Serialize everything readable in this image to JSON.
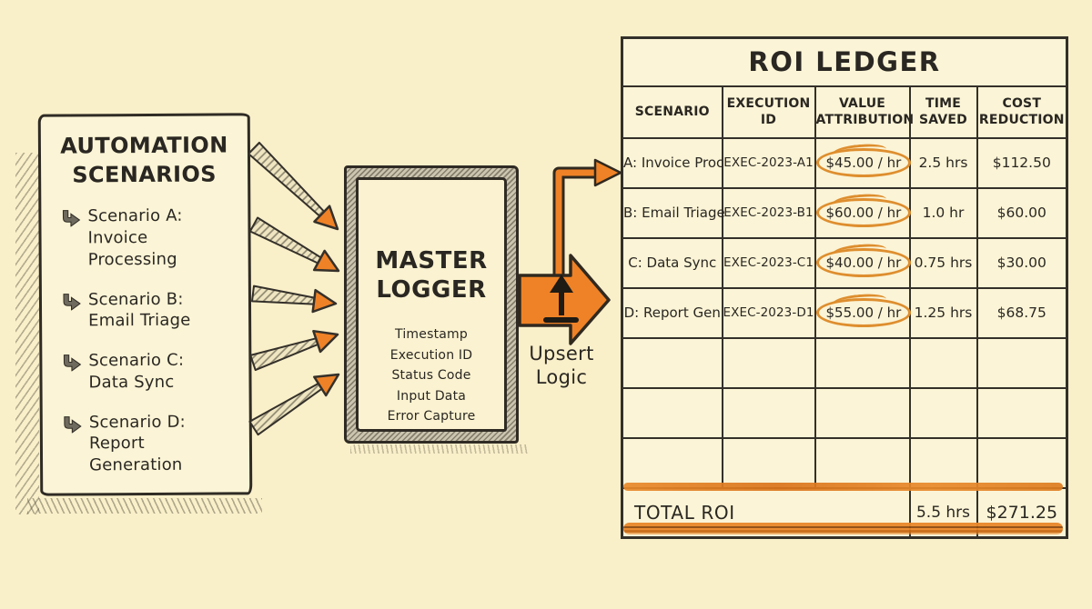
{
  "colors": {
    "background": "#F9EFC9",
    "panel_fill": "#FBF4D6",
    "ink": "#2A2722",
    "accent_orange": "#EF8226",
    "circle_orange": "#DE8E2E",
    "highlight_orange": "#E07A1A",
    "bullet_gray": "#6F6A5E"
  },
  "left_panel": {
    "title_line1": "AUTOMATION",
    "title_line2": "SCENARIOS",
    "items": [
      {
        "label": "Scenario A:",
        "detail": "Invoice Processing"
      },
      {
        "label": "Scenario B:",
        "detail": "Email Triage"
      },
      {
        "label": "Scenario C:",
        "detail": "Data Sync"
      },
      {
        "label": "Scenario D:",
        "detail": "Report Generation"
      }
    ]
  },
  "logger": {
    "title_line1": "MASTER",
    "title_line2": "LOGGER",
    "fields": [
      "Timestamp",
      "Execution ID",
      "Status Code",
      "Input Data",
      "Error Capture"
    ]
  },
  "flow": {
    "upsert_line1": "Upsert",
    "upsert_line2": "Logic"
  },
  "ledger": {
    "title": "ROI LEDGER",
    "columns": [
      "SCENARIO",
      "EXECUTION ID",
      "VALUE ATTRIBUTION",
      "TIME SAVED",
      "COST REDUCTION"
    ],
    "rows": [
      {
        "scenario": "A: Invoice Proc",
        "execution_id": "EXEC-2023-A1",
        "value_attribution": "$45.00 / hr",
        "time_saved": "2.5 hrs",
        "cost_reduction": "$112.50"
      },
      {
        "scenario": "B: Email Triage",
        "execution_id": "EXEC-2023-B1",
        "value_attribution": "$60.00 / hr",
        "time_saved": "1.0 hr",
        "cost_reduction": "$60.00"
      },
      {
        "scenario": "C: Data Sync",
        "execution_id": "EXEC-2023-C1",
        "value_attribution": "$40.00 / hr",
        "time_saved": "0.75 hrs",
        "cost_reduction": "$30.00"
      },
      {
        "scenario": "D: Report Gen",
        "execution_id": "EXEC-2023-D1",
        "value_attribution": "$55.00 / hr",
        "time_saved": "1.25 hrs",
        "cost_reduction": "$68.75"
      }
    ],
    "empty_row_count": 3,
    "total": {
      "label": "TOTAL ROI",
      "time_saved": "5.5 hrs",
      "cost_reduction": "$271.25"
    }
  }
}
